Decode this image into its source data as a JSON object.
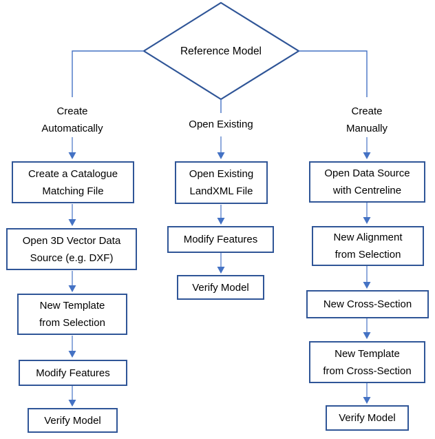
{
  "flowchart": {
    "decision_label": "Reference Model",
    "branches": {
      "left": {
        "label": "Create\nAutomatically",
        "steps": [
          "Create a Catalogue\nMatching File",
          "Open 3D Vector Data\nSource (e.g. DXF)",
          "New Template\nfrom Selection",
          "Modify Features",
          "Verify Model"
        ]
      },
      "middle": {
        "label": "Open Existing",
        "steps": [
          "Open Existing\nLandXML File",
          "Modify Features",
          "Verify Model"
        ]
      },
      "right": {
        "label": "Create\nManually",
        "steps": [
          "Open Data Source\nwith Centreline",
          "New Alignment\nfrom Selection",
          "New Cross-Section",
          "New Template\nfrom Cross-Section",
          "Verify Model"
        ]
      }
    },
    "colors": {
      "shape_border": "#2F5597",
      "arrow_head": "#4472C4",
      "arrow_shaft": "#8FAADC",
      "connector_line": "#4472C4",
      "text": "#000000",
      "background": "#FFFFFF"
    }
  }
}
